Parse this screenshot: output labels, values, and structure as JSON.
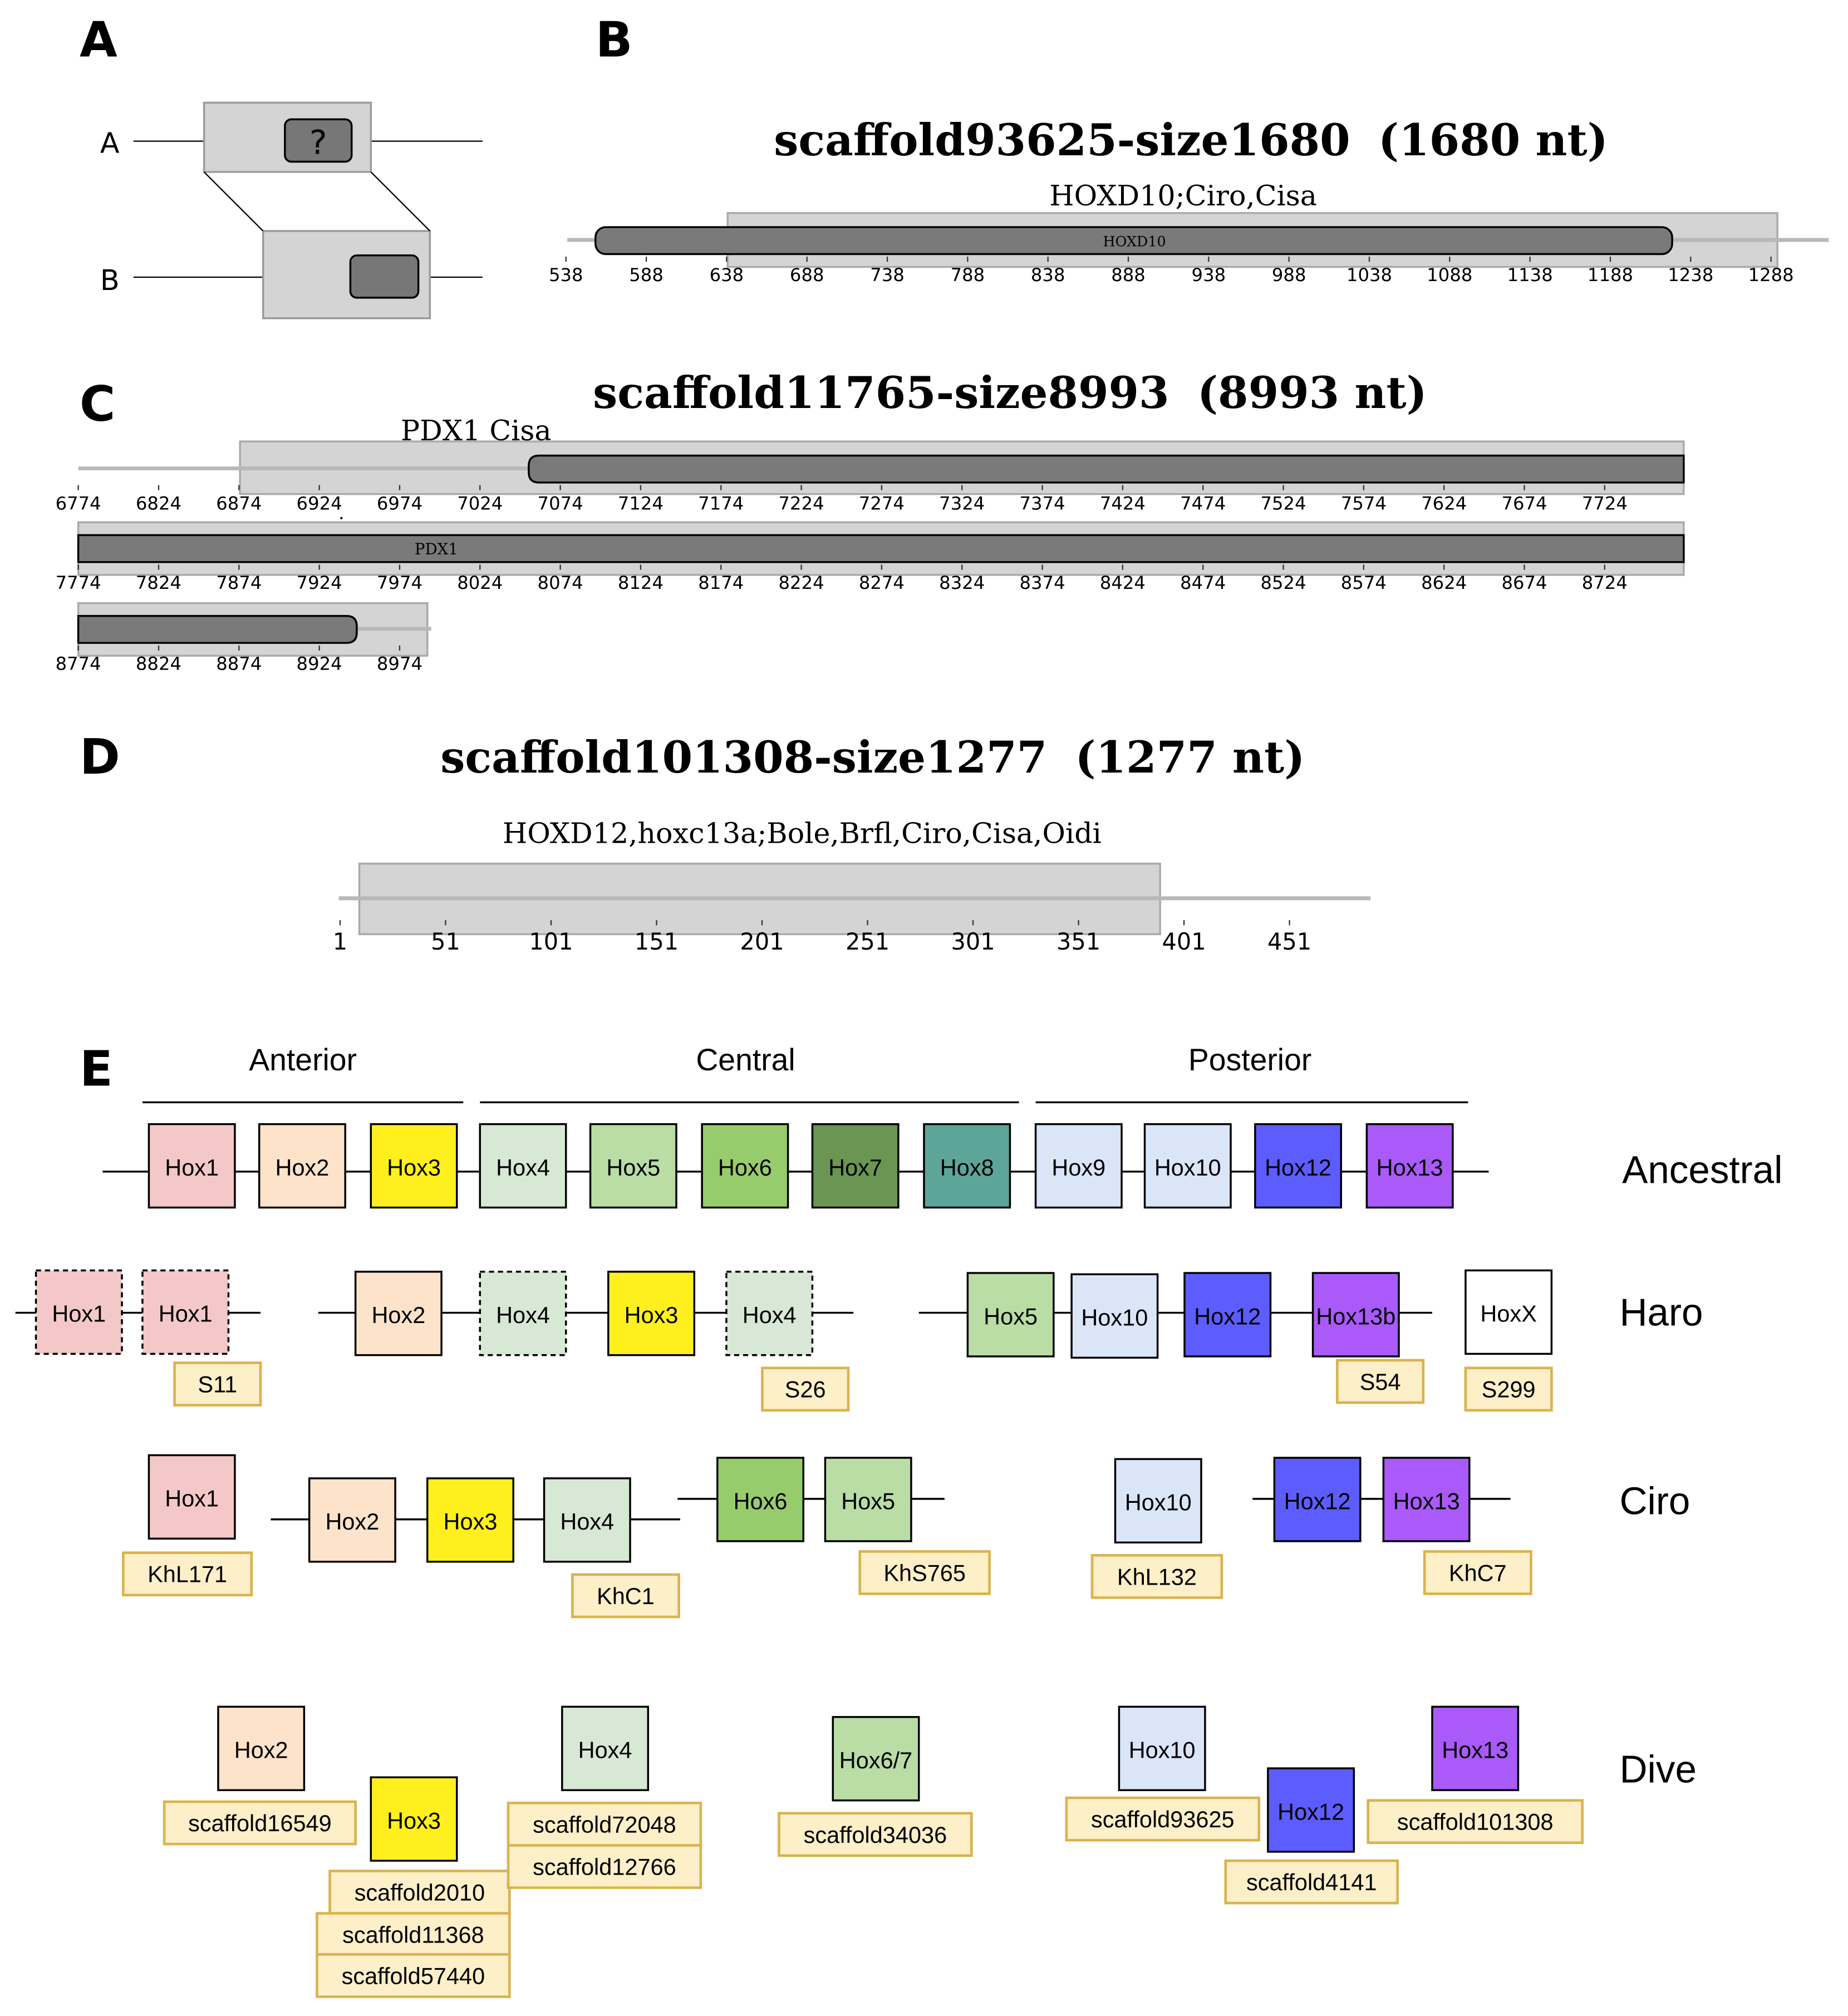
{
  "panel_labels": {
    "a": "A",
    "b": "B",
    "c": "C",
    "d": "D",
    "e": "E"
  },
  "panel_a": {
    "track_a": "A",
    "track_b": "B",
    "unknown_mark": "?"
  },
  "panel_b": {
    "title": "scaffold93625-size1680",
    "title_nt": "(1680 nt)",
    "region_label": "HOXD10;Ciro,Cisa",
    "gene_label": "HOXD10",
    "ticks": [
      "538",
      "588",
      "638",
      "688",
      "738",
      "788",
      "838",
      "888",
      "938",
      "988",
      "1038",
      "1088",
      "1138",
      "1188",
      "1238",
      "1288"
    ]
  },
  "panel_c": {
    "title": "scaffold11765-size8993",
    "title_nt": "(8993 nt)",
    "region_label": "PDX1 Cisa",
    "gene_label": "PDX1",
    "stray_mark": ";",
    "ticks_row1": [
      "6774",
      "6824",
      "6874",
      "6924",
      "6974",
      "7024",
      "7074",
      "7124",
      "7174",
      "7224",
      "7274",
      "7324",
      "7374",
      "7424",
      "7474",
      "7524",
      "7574",
      "7624",
      "7674",
      "7724"
    ],
    "ticks_row2": [
      "7774",
      "7824",
      "7874",
      "7924",
      "7974",
      "8024",
      "8074",
      "8124",
      "8174",
      "8224",
      "8274",
      "8324",
      "8374",
      "8424",
      "8474",
      "8524",
      "8574",
      "8624",
      "8674",
      "8724"
    ],
    "ticks_row3": [
      "8774",
      "8824",
      "8874",
      "8924",
      "8974"
    ]
  },
  "panel_d": {
    "title": "scaffold101308-size1277",
    "title_nt": "(1277 nt)",
    "region_label": "HOXD12,hoxc13a;Bole,Brfl,Ciro,Cisa,Oidi",
    "ticks": [
      "1",
      "51",
      "101",
      "151",
      "201",
      "251",
      "301",
      "351",
      "401",
      "451"
    ]
  },
  "panel_e": {
    "groups": [
      "Anterior",
      "Central",
      "Posterior"
    ],
    "species": [
      "Ancestral",
      "Haro",
      "Ciro",
      "Dive"
    ],
    "colors": {
      "hox1": "#f4c8c8",
      "hox2": "#fde3c9",
      "hox3": "#fff01d",
      "hox4": "#d7e8d4",
      "hox5": "#b9dda4",
      "hox6": "#97cc6c",
      "hox7": "#6a9553",
      "hox8": "#5ea599",
      "hox9": "#dbe5f8",
      "hox10": "#dbe5f8",
      "hox12": "#5d5cff",
      "hox13": "#a95af9",
      "hoxx": "#ffffff",
      "scaffold_fill": "#fdefc8",
      "scaffold_border": "#d9b34f"
    },
    "boxes": [
      {
        "label": "Hox1",
        "color": "hox1"
      },
      {
        "label": "Hox2",
        "color": "hox2"
      },
      {
        "label": "Hox3",
        "color": "hox3"
      },
      {
        "label": "Hox4",
        "color": "hox4"
      },
      {
        "label": "Hox5",
        "color": "hox5"
      },
      {
        "label": "Hox6",
        "color": "hox6"
      },
      {
        "label": "Hox7",
        "color": "hox7"
      },
      {
        "label": "Hox8",
        "color": "hox8"
      },
      {
        "label": "Hox9",
        "color": "hox9"
      },
      {
        "label": "Hox10",
        "color": "hox10"
      },
      {
        "label": "Hox12",
        "color": "hox12"
      },
      {
        "label": "Hox13",
        "color": "hox13"
      },
      {
        "label": "Hox1",
        "color": "hox1",
        "dashed": true
      },
      {
        "label": "Hox1",
        "color": "hox1",
        "dashed": true
      },
      {
        "label": "Hox2",
        "color": "hox2"
      },
      {
        "label": "Hox4",
        "color": "hox4",
        "dashed": true
      },
      {
        "label": "Hox3",
        "color": "hox3"
      },
      {
        "label": "Hox4",
        "color": "hox4",
        "dashed": true
      },
      {
        "label": "Hox5",
        "color": "hox5"
      },
      {
        "label": "Hox10",
        "color": "hox10"
      },
      {
        "label": "Hox12",
        "color": "hox12"
      },
      {
        "label": "Hox13b",
        "color": "hox13"
      },
      {
        "label": "HoxX",
        "color": "hoxx"
      },
      {
        "label": "Hox1",
        "color": "hox1"
      },
      {
        "label": "Hox2",
        "color": "hox2"
      },
      {
        "label": "Hox3",
        "color": "hox3"
      },
      {
        "label": "Hox4",
        "color": "hox4"
      },
      {
        "label": "Hox6",
        "color": "hox6"
      },
      {
        "label": "Hox5",
        "color": "hox5"
      },
      {
        "label": "Hox10",
        "color": "hox10"
      },
      {
        "label": "Hox12",
        "color": "hox12"
      },
      {
        "label": "Hox13",
        "color": "hox13"
      },
      {
        "label": "Hox2",
        "color": "hox2"
      },
      {
        "label": "Hox3",
        "color": "hox3"
      },
      {
        "label": "Hox4",
        "color": "hox4"
      },
      {
        "label": "Hox6/7",
        "color": "hox5"
      },
      {
        "label": "Hox10",
        "color": "hox10"
      },
      {
        "label": "Hox12",
        "color": "hox12"
      },
      {
        "label": "Hox13",
        "color": "hox13"
      }
    ],
    "scaffolds": [
      "S11",
      "S26",
      "S54",
      "S299",
      "KhL171",
      "KhC1",
      "KhS765",
      "KhL132",
      "KhC7",
      "scaffold16549",
      "scaffold2010",
      "scaffold11368",
      "scaffold57440",
      "scaffold72048",
      "scaffold12766",
      "scaffold34036",
      "scaffold93625",
      "scaffold4141",
      "scaffold101308"
    ]
  }
}
